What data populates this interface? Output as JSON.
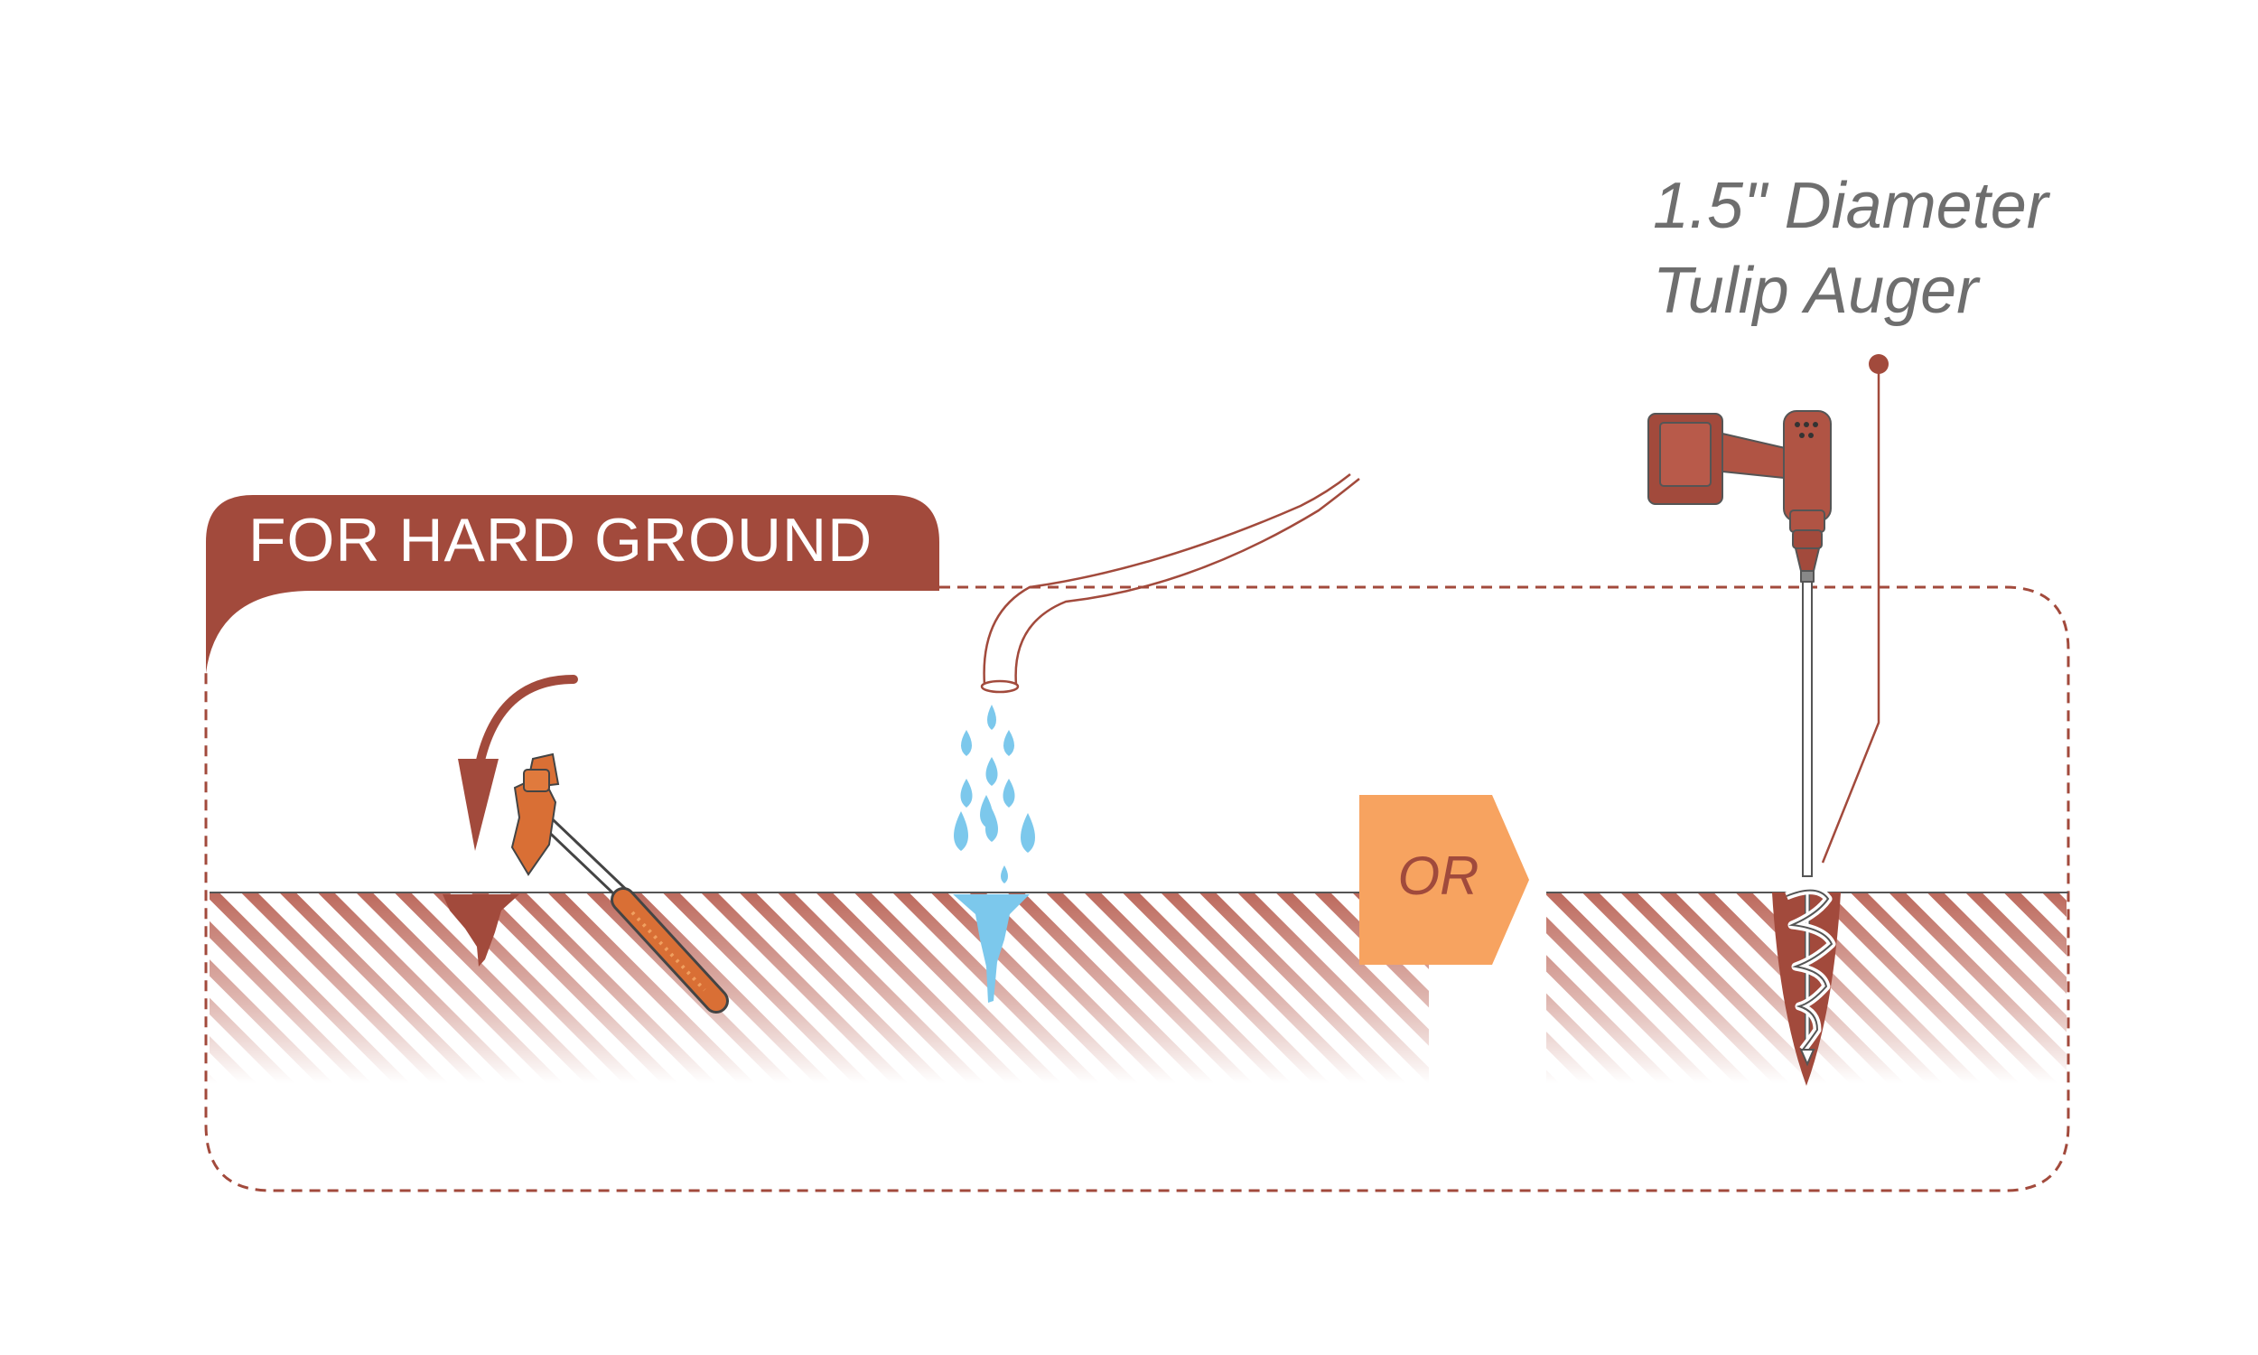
{
  "badge": {
    "label": "FOR HARD GROUND"
  },
  "auger": {
    "label_line1": "1.5\" Diameter",
    "label_line2": "Tulip Auger"
  },
  "or_label": "OR",
  "colors": {
    "brand_red": "#a24a3c",
    "hammer_orange": "#d96f35",
    "water_blue": "#7cc8ec",
    "or_orange": "#f7a360",
    "label_gray": "#6e6e6e"
  },
  "icons": [
    "hammer-icon",
    "swing-arrow-icon",
    "hose-icon",
    "water-drops-icon",
    "drill-icon",
    "auger-bit-icon"
  ]
}
